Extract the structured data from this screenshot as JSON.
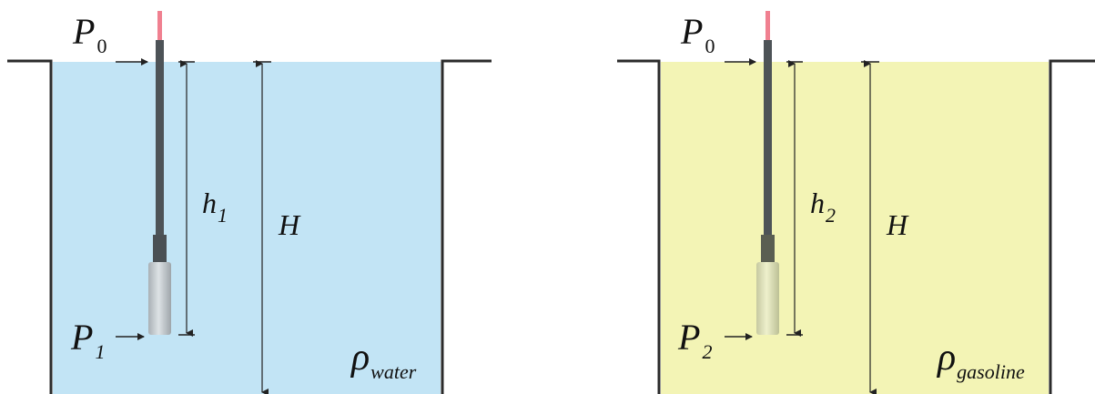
{
  "tanks": [
    {
      "id": "water",
      "fill_color": "#c2e4f5",
      "probe_body_color": "#c9cfd3",
      "labels": {
        "top_pressure": "P",
        "top_pressure_sub": "0",
        "bottom_pressure": "P",
        "bottom_pressure_sub": "1",
        "probe_depth": "h",
        "probe_depth_sub": "1",
        "tank_depth": "H",
        "density": "ρ",
        "density_sub": "water"
      }
    },
    {
      "id": "gasoline",
      "fill_color": "#f3f4b5",
      "probe_body_color": "#e0e3b7",
      "labels": {
        "top_pressure": "P",
        "top_pressure_sub": "0",
        "bottom_pressure": "P",
        "bottom_pressure_sub": "2",
        "probe_depth": "h",
        "probe_depth_sub": "2",
        "tank_depth": "H",
        "density": "ρ",
        "density_sub": "gasoline"
      }
    }
  ],
  "colors": {
    "tank_wall": "#2b2b2b",
    "probe_cable": "#555a5e",
    "probe_tip": "#f08090",
    "dimension_line": "#222222"
  },
  "icons": [
    "arrow-right-icon",
    "pressure-probe-icon"
  ]
}
